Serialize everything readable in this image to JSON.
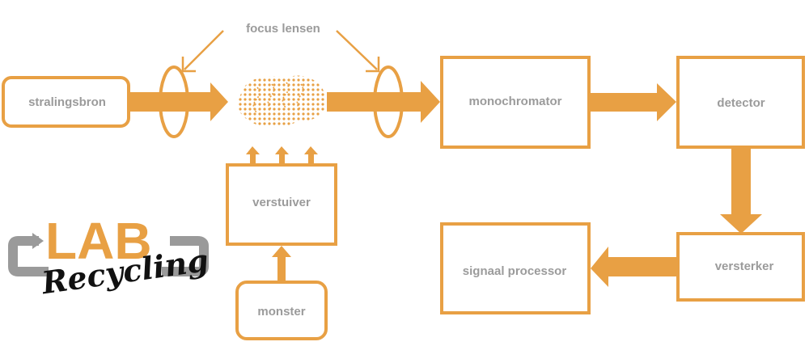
{
  "colors": {
    "accent": "#e8a044",
    "label": "#9b9b9b",
    "logo_gray": "#9a9a9a",
    "logo_script": "#111111"
  },
  "diagram": {
    "callout": "focus lensen",
    "blocks": {
      "source": "stralingsbron",
      "atomizer": "verstuiver",
      "sample": "monster",
      "monochromator": "monochromator",
      "detector": "detector",
      "amplifier": "versterker",
      "signal_processor": "signaal processor"
    },
    "flame": "atomized-cloud"
  },
  "logo": {
    "main": "LAB",
    "script": "Recycling"
  }
}
